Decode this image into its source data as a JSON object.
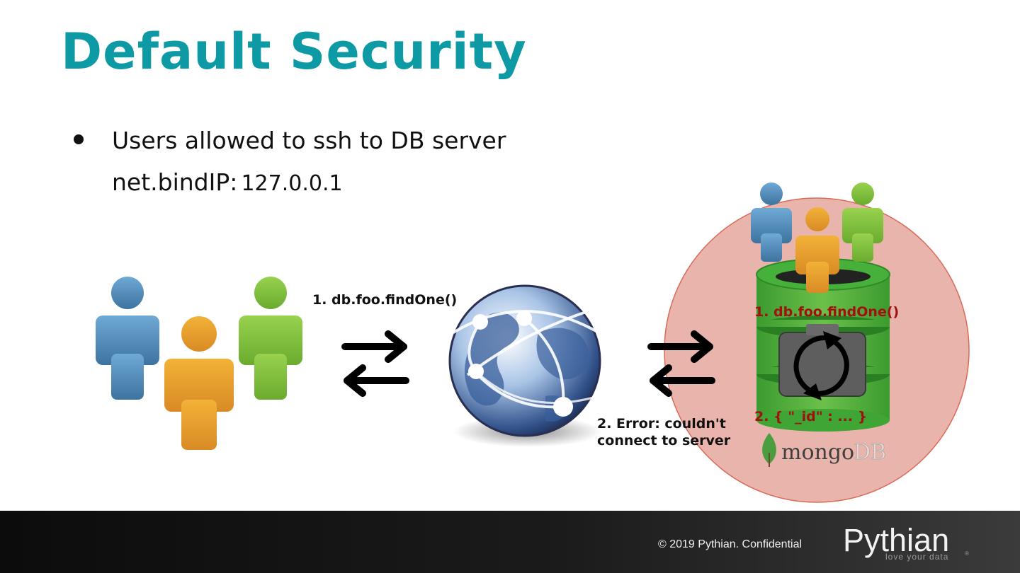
{
  "slide": {
    "title": "Default Security",
    "bullet": "Users allowed to ssh to DB server",
    "config_key": "net.bindIP:",
    "config_value": "127.0.0.1"
  },
  "diagram": {
    "remote_request": "1. db.foo.findOne()",
    "error_line1": "2. Error: couldn't",
    "error_line2": "connect to server",
    "local_request": "1. db.foo.findOne()",
    "local_response": "2. { \"_id\" : ... }",
    "db_logo_word1": "mongo",
    "db_logo_word2": "DB",
    "icons": [
      "users-group-icon",
      "bidirectional-arrows-icon",
      "globe-network-icon",
      "database-icon",
      "mongodb-leaf-icon"
    ],
    "colors": {
      "blue_user": "#4a8dbf",
      "orange_user": "#e8a22e",
      "green_user": "#7cc23a",
      "server_zone": "#e8b4ab",
      "database": "#3fa535",
      "label_red": "#a30f0f"
    }
  },
  "footer": {
    "copyright": "© 2019 Pythian. Confidential",
    "logo": "Pythian",
    "tagline": "love your data"
  }
}
